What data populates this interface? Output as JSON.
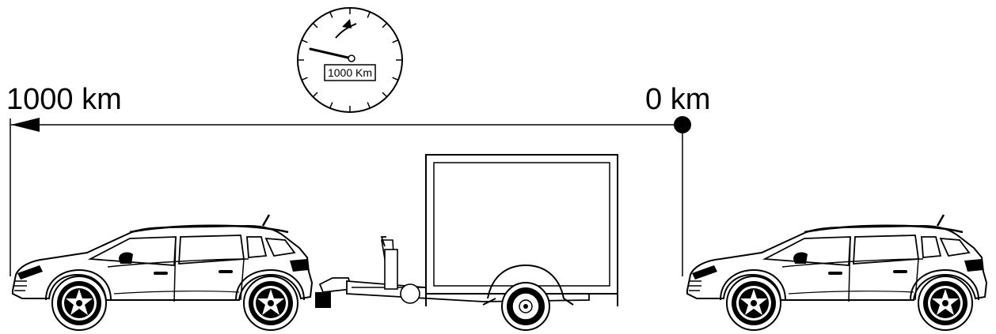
{
  "labels": {
    "start": "0 km",
    "end": "1000 km",
    "odometer": "1000 Km"
  },
  "colors": {
    "ink": "#000000",
    "paper": "#ffffff"
  },
  "icons": {
    "gauge": "speedometer-icon",
    "car": "suv-car-icon",
    "trailer": "box-trailer-icon"
  }
}
